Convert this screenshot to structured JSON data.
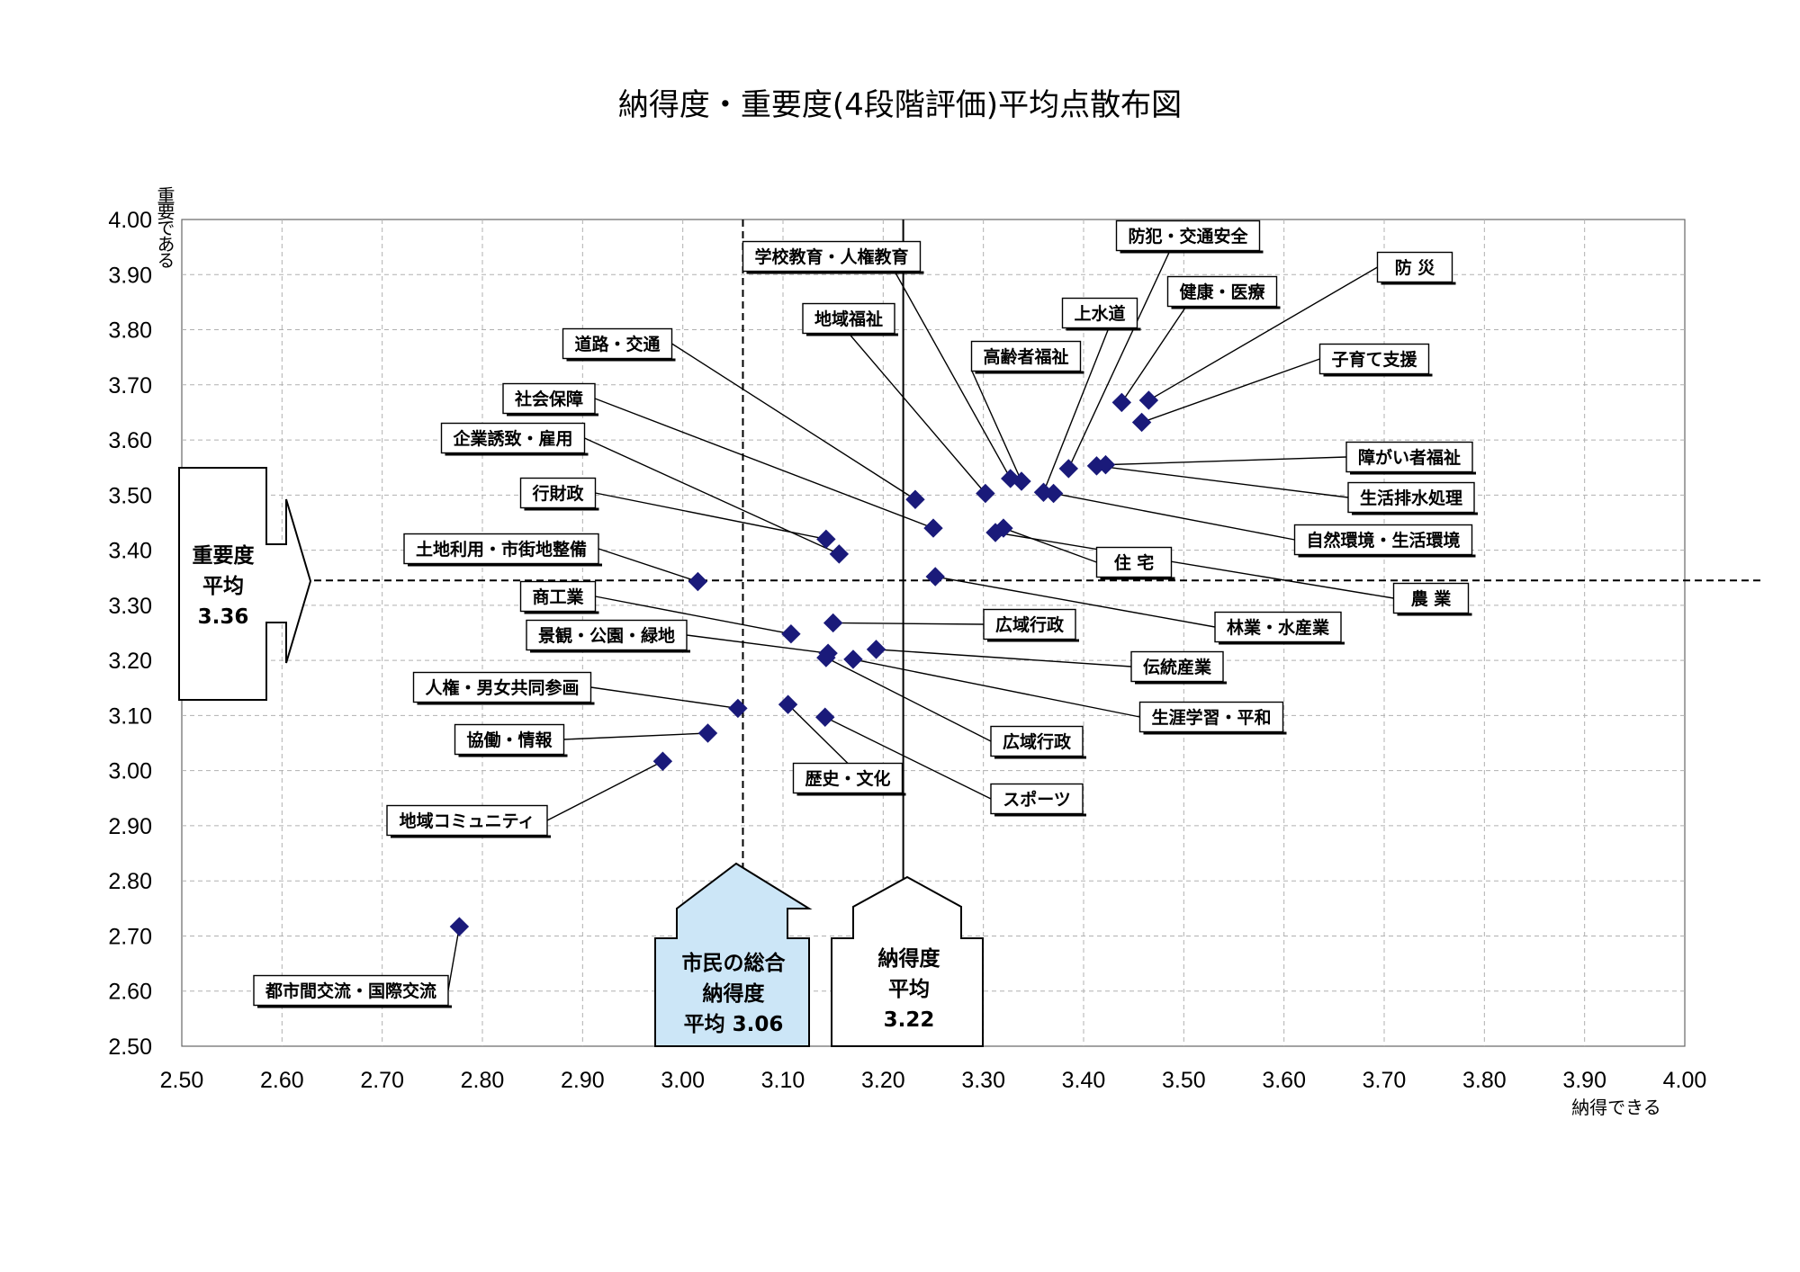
{
  "chart_data": {
    "type": "scatter",
    "title": "納得度・重要度(4段階評価)平均点散布図",
    "xlabel": "納得できる",
    "ylabel": "重要である",
    "xlim": [
      2.5,
      4.0
    ],
    "ylim": [
      2.5,
      4.0
    ],
    "x_ticks": [
      "2.50",
      "2.60",
      "2.70",
      "2.80",
      "2.90",
      "3.00",
      "3.10",
      "3.20",
      "3.30",
      "3.40",
      "3.50",
      "3.60",
      "3.70",
      "3.80",
      "3.90",
      "4.00"
    ],
    "y_ticks": [
      "2.50",
      "2.60",
      "2.70",
      "2.80",
      "2.90",
      "3.00",
      "3.10",
      "3.20",
      "3.30",
      "3.40",
      "3.50",
      "3.60",
      "3.70",
      "3.80",
      "3.90",
      "4.00"
    ],
    "grid": true,
    "points": [
      {
        "label": "防 災",
        "x": 3.465,
        "y": 3.672
      },
      {
        "label": "健康・医療",
        "x": 3.438,
        "y": 3.668
      },
      {
        "label": "子育て支援",
        "x": 3.458,
        "y": 3.632
      },
      {
        "label": "防犯・交通安全",
        "x": 3.385,
        "y": 3.548
      },
      {
        "label": "上水道",
        "x": 3.36,
        "y": 3.505
      },
      {
        "label": "高齢者福祉",
        "x": 3.338,
        "y": 3.525
      },
      {
        "label": "学校教育・人権教育",
        "x": 3.327,
        "y": 3.53
      },
      {
        "label": "地域福祉",
        "x": 3.302,
        "y": 3.503
      },
      {
        "label": "障がい者福祉",
        "x": 3.422,
        "y": 3.555
      },
      {
        "label": "生活排水処理",
        "x": 3.413,
        "y": 3.553
      },
      {
        "label": "自然環境・生活環境",
        "x": 3.37,
        "y": 3.503
      },
      {
        "label": "道路・交通",
        "x": 3.232,
        "y": 3.492
      },
      {
        "label": "社会保障",
        "x": 3.25,
        "y": 3.44
      },
      {
        "label": "住 宅",
        "x": 3.32,
        "y": 3.44
      },
      {
        "label": "農 業",
        "x": 3.312,
        "y": 3.432
      },
      {
        "label": "企業誘致・雇用",
        "x": 3.156,
        "y": 3.393
      },
      {
        "label": "行財政",
        "x": 3.143,
        "y": 3.42
      },
      {
        "label": "土地利用・市街地整備",
        "x": 3.015,
        "y": 3.343
      },
      {
        "label": "林業・水産業",
        "x": 3.252,
        "y": 3.352
      },
      {
        "label": "広域行政",
        "x": 3.15,
        "y": 3.268
      },
      {
        "label": "商工業",
        "x": 3.108,
        "y": 3.248
      },
      {
        "label": "景観・公園・緑地",
        "x": 3.145,
        "y": 3.213
      },
      {
        "label": "伝統産業",
        "x": 3.193,
        "y": 3.22
      },
      {
        "label": "生涯学習・平和",
        "x": 3.17,
        "y": 3.202
      },
      {
        "label": "広域行政",
        "x": 3.143,
        "y": 3.205
      },
      {
        "label": "人権・男女共同参画",
        "x": 3.055,
        "y": 3.113
      },
      {
        "label": "歴史・文化",
        "x": 3.105,
        "y": 3.12
      },
      {
        "label": "スポーツ",
        "x": 3.142,
        "y": 3.097
      },
      {
        "label": "協働・情報",
        "x": 3.025,
        "y": 3.068
      },
      {
        "label": "地域コミュニティ",
        "x": 2.98,
        "y": 3.017
      },
      {
        "label": "都市間交流・国際交流",
        "x": 2.777,
        "y": 2.717
      }
    ],
    "reference_lines": [
      {
        "orientation": "vertical",
        "value": 3.06,
        "style": "dashed"
      },
      {
        "orientation": "vertical",
        "value": 3.22,
        "style": "solid"
      },
      {
        "orientation": "horizontal",
        "value": 3.345,
        "style": "dashed"
      }
    ],
    "annotations": {
      "importance_avg": {
        "lines": [
          "重要度",
          "平均",
          "3.36"
        ]
      },
      "citizen_total": {
        "lines": [
          "市民の総合",
          "納得度",
          "平均 3.06"
        ],
        "fill": "#cce6f7"
      },
      "satisfaction_avg": {
        "lines": [
          "納得度",
          "平均",
          "3.22"
        ]
      }
    },
    "colors": {
      "marker": "#1a1a7a",
      "grid": "#b0b0b0"
    }
  }
}
